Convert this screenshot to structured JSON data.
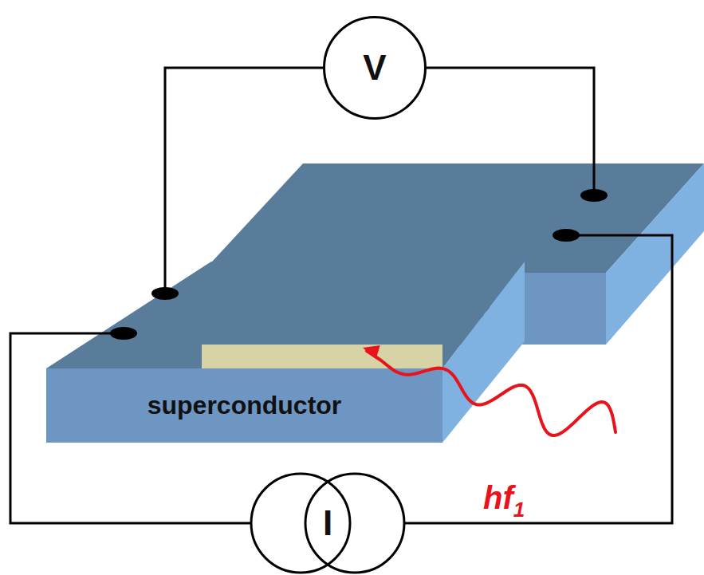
{
  "diagram": {
    "nodes": [
      {
        "text": [
          "V"
        ]
      },
      {
        "text": [
          "superconductor"
        ]
      },
      {
        "text": [
          "superconductor"
        ]
      },
      {
        "text": [
          "I"
        ]
      }
    ],
    "edges": [
      {
        "from": 0,
        "to": 2,
        "arrow": "none"
      },
      {
        "from": 0,
        "to": 1,
        "arrow": "none"
      },
      {
        "from": 3,
        "to": 2,
        "arrow": "none"
      },
      {
        "from": 3,
        "to": 1,
        "arrow": "none"
      }
    ],
    "labels": [
      "hf",
      "1"
    ]
  }
}
